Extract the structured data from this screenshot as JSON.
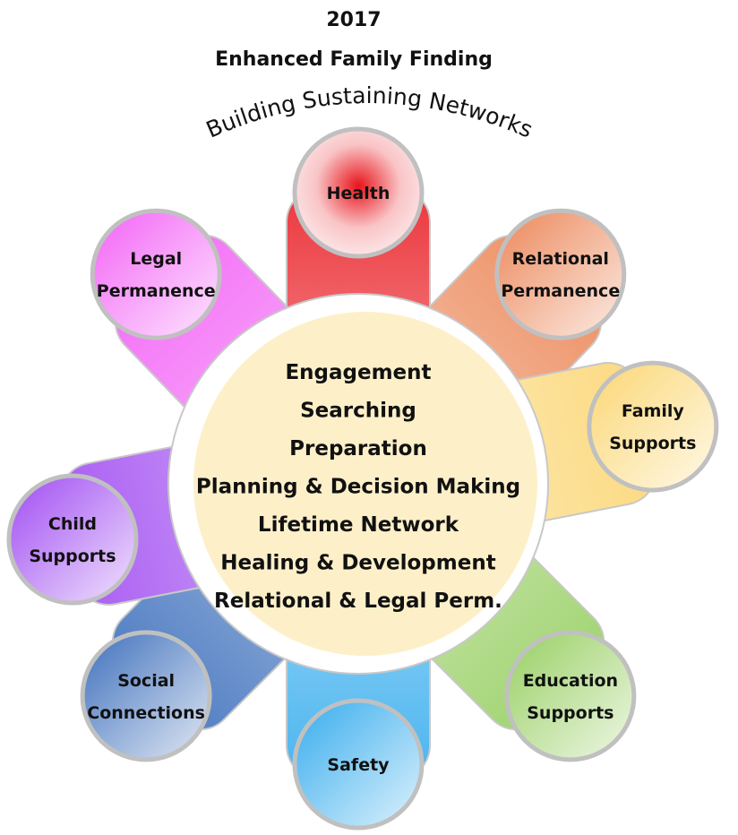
{
  "header": {
    "year": "2017",
    "title": "Enhanced Family Finding",
    "subtitle": "Building Sustaining Networks"
  },
  "center": {
    "items": [
      "Engagement",
      "Searching",
      "Preparation",
      "Planning & Decision Making",
      "Lifetime Network",
      "Healing & Development",
      "Relational & Legal Perm."
    ],
    "fill_color": "#fdf0c9"
  },
  "spokes": [
    {
      "id": "health",
      "lines": [
        "Health"
      ],
      "color": "#e8141b"
    },
    {
      "id": "relational-permanence",
      "lines": [
        "Relational",
        "Permanence"
      ],
      "color": "#eb8150"
    },
    {
      "id": "family-supports",
      "lines": [
        "Family",
        "Supports"
      ],
      "color": "#fbd46c"
    },
    {
      "id": "education-supports",
      "lines": [
        "Education",
        "Supports"
      ],
      "color": "#92cc5a"
    },
    {
      "id": "safety",
      "lines": [
        "Safety"
      ],
      "color": "#2ba8ec"
    },
    {
      "id": "social-connections",
      "lines": [
        "Social",
        "Connections"
      ],
      "color": "#3468b8"
    },
    {
      "id": "child-supports",
      "lines": [
        "Child",
        "Supports"
      ],
      "color": "#9b42f1"
    },
    {
      "id": "legal-permanence",
      "lines": [
        "Legal",
        "Permanence"
      ],
      "color": "#f25af5"
    }
  ]
}
